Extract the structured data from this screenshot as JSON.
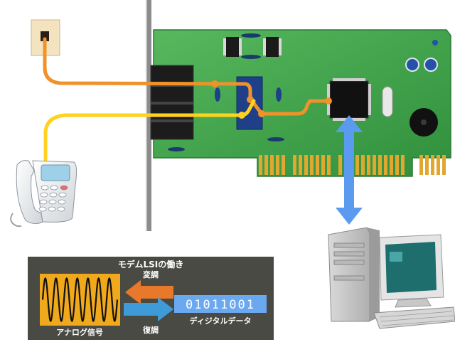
{
  "panel": {
    "title": "モデムLSIの働き",
    "modulation_label": "変調",
    "demodulation_label": "復調",
    "analog_label": "アナログ信号",
    "digital_label": "ディジタルデータ",
    "digital_value": "01011001"
  },
  "colors": {
    "board": "#3fa24a",
    "phone_line": "#f0922a",
    "handset_line": "#ffd21e",
    "data_arrow": "#5b9bef",
    "panel_bg": "#4a4a44",
    "analog_box": "#f0a81c",
    "digital_box": "#6aa8f0",
    "mod_arrow": "#e8782a",
    "demod_arrow": "#3f9bd8"
  },
  "icons": [
    "wall-jack-icon",
    "telephone-icon",
    "desktop-pc-icon",
    "crt-monitor-icon",
    "keyboard-icon",
    "sine-wave-icon"
  ]
}
